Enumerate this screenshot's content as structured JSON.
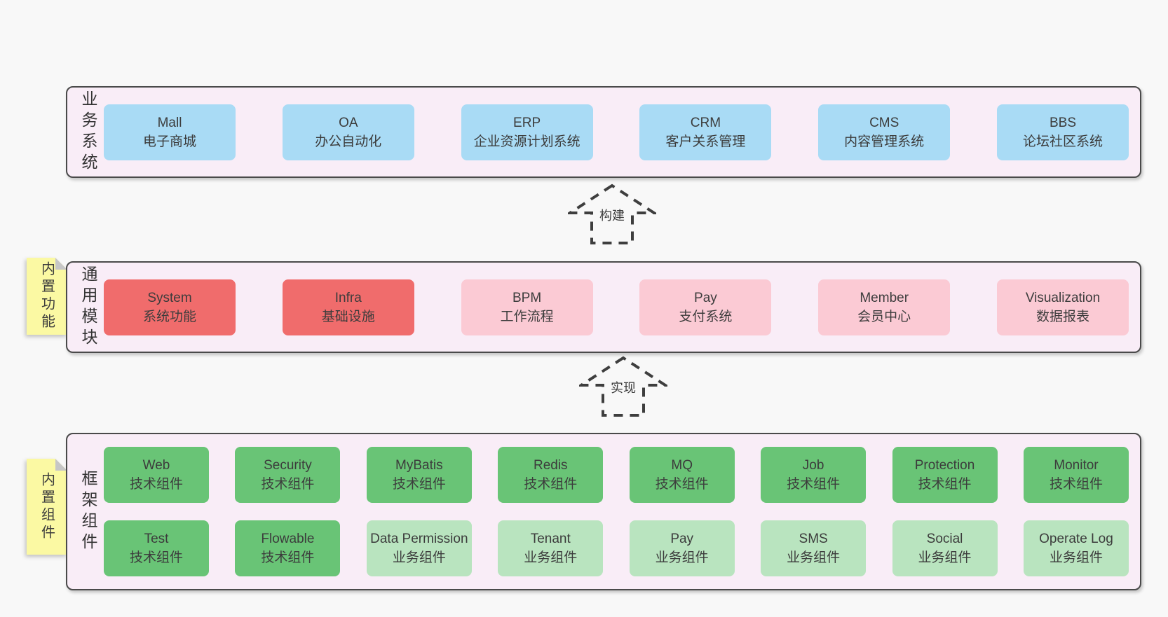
{
  "colors": {
    "page-bg": "#f8f8f8",
    "container-bg": "#f9edf7",
    "container-border": "#4a4a4a",
    "box-blue": "#a9dbf5",
    "box-red": "#f06c6c",
    "box-pink": "#fbcad4",
    "box-green": "#69c476",
    "box-green-light": "#b9e4bf",
    "sticky-bg": "#fbf9a3",
    "sticky-fold": "#c6c6c6",
    "text": "#3c3c3c",
    "arrow": "#3e3e3e"
  },
  "arrows": [
    {
      "label": "构建"
    },
    {
      "label": "实现"
    }
  ],
  "sections": [
    {
      "id": "business-systems",
      "label": "业务系统",
      "boxes": [
        {
          "name": "Mall",
          "desc": "电子商城",
          "variant": "blue"
        },
        {
          "name": "OA",
          "desc": "办公自动化",
          "variant": "blue"
        },
        {
          "name": "ERP",
          "desc": "企业资源计划系统",
          "variant": "blue"
        },
        {
          "name": "CRM",
          "desc": "客户关系管理",
          "variant": "blue"
        },
        {
          "name": "CMS",
          "desc": "内容管理系统",
          "variant": "blue"
        },
        {
          "name": "BBS",
          "desc": "论坛社区系统",
          "variant": "blue"
        }
      ]
    },
    {
      "id": "common-modules",
      "label": "通用模块",
      "sticky": "内置功能",
      "boxes": [
        {
          "name": "System",
          "desc": "系统功能",
          "variant": "red"
        },
        {
          "name": "Infra",
          "desc": "基础设施",
          "variant": "red"
        },
        {
          "name": "BPM",
          "desc": "工作流程",
          "variant": "pink"
        },
        {
          "name": "Pay",
          "desc": "支付系统",
          "variant": "pink"
        },
        {
          "name": "Member",
          "desc": "会员中心",
          "variant": "pink"
        },
        {
          "name": "Visualization",
          "desc": "数据报表",
          "variant": "pink"
        }
      ]
    },
    {
      "id": "framework-components",
      "label": "框架组件",
      "sticky": "内置组件",
      "rows": [
        [
          {
            "name": "Web",
            "desc": "技术组件",
            "variant": "green"
          },
          {
            "name": "Security",
            "desc": "技术组件",
            "variant": "green"
          },
          {
            "name": "MyBatis",
            "desc": "技术组件",
            "variant": "green"
          },
          {
            "name": "Redis",
            "desc": "技术组件",
            "variant": "green"
          },
          {
            "name": "MQ",
            "desc": "技术组件",
            "variant": "green"
          },
          {
            "name": "Job",
            "desc": "技术组件",
            "variant": "green"
          },
          {
            "name": "Protection",
            "desc": "技术组件",
            "variant": "green"
          },
          {
            "name": "Monitor",
            "desc": "技术组件",
            "variant": "green"
          }
        ],
        [
          {
            "name": "Test",
            "desc": "技术组件",
            "variant": "green"
          },
          {
            "name": "Flowable",
            "desc": "技术组件",
            "variant": "green"
          },
          {
            "name": "Data Permission",
            "desc": "业务组件",
            "variant": "green-light"
          },
          {
            "name": "Tenant",
            "desc": "业务组件",
            "variant": "green-light"
          },
          {
            "name": "Pay",
            "desc": "业务组件",
            "variant": "green-light"
          },
          {
            "name": "SMS",
            "desc": "业务组件",
            "variant": "green-light"
          },
          {
            "name": "Social",
            "desc": "业务组件",
            "variant": "green-light"
          },
          {
            "name": "Operate Log",
            "desc": "业务组件",
            "variant": "green-light"
          }
        ]
      ]
    }
  ]
}
